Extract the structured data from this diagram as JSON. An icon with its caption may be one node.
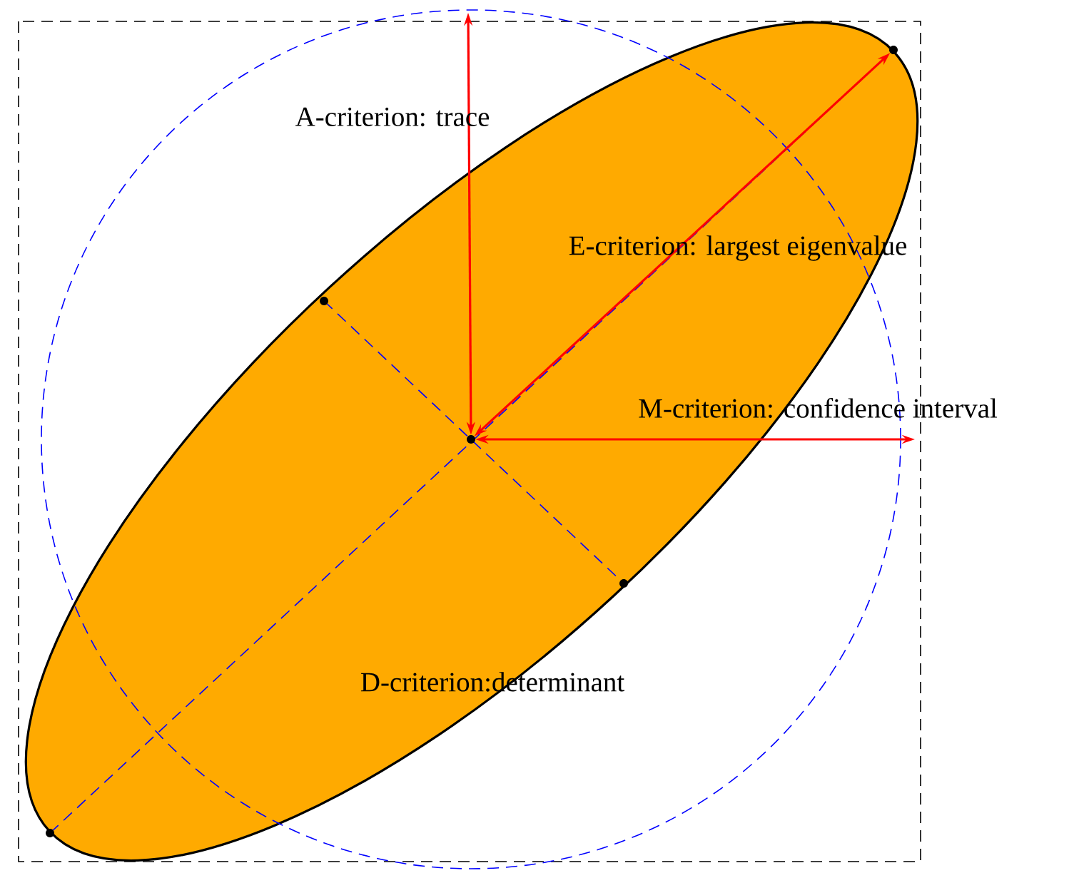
{
  "diagram": {
    "nodes": [
      {
        "text": [],
        "shape": "circle"
      },
      {
        "text": [],
        "shape": "circle"
      }
    ],
    "edges": [
      {
        "from": 0,
        "to": null,
        "arrow": "both",
        "label": "A-criterion: trace"
      },
      {
        "from": 0,
        "to": 1,
        "arrow": "both",
        "label": "E-criterion: largest eigenvalue"
      },
      {
        "from": 0,
        "to": null,
        "arrow": "both",
        "label": "M-criterion: confidence interval"
      }
    ],
    "labels": [
      "D-criterion:determinant"
    ]
  }
}
